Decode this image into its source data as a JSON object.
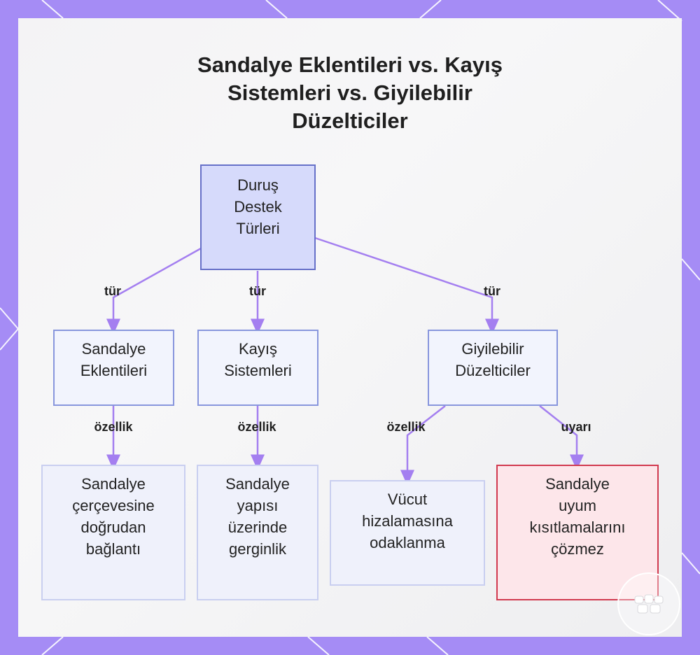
{
  "title_lines": [
    "Sandalye Eklentileri vs. Kayış",
    "Sistemleri vs. Giyilebilir",
    "Düzelticiler"
  ],
  "nodes": {
    "root": [
      "Duruş",
      "Destek",
      "Türleri"
    ],
    "chair_attachments": [
      "Sandalye",
      "Eklentileri"
    ],
    "strap_systems": [
      "Kayış",
      "Sistemleri"
    ],
    "wearable_correctors": [
      "Giyilebilir",
      "Düzelticiler"
    ],
    "chair_frame_connection": [
      "Sandalye",
      "çerçevesine",
      "doğrudan",
      "bağlantı"
    ],
    "chair_structure_tension": [
      "Sandalye",
      "yapısı",
      "üzerinde",
      "gerginlik"
    ],
    "body_alignment_focus": [
      "Vücut",
      "hizalamasına",
      "odaklanma"
    ],
    "chair_fit_warning": [
      "Sandalye",
      "uyum",
      "kısıtlamalarını",
      "çözmez"
    ]
  },
  "edge_labels": {
    "root_to_chair": "tür",
    "root_to_strap": "tür",
    "root_to_wearable": "tür",
    "chair_feature": "özellik",
    "strap_feature": "özellik",
    "wearable_feature": "özellik",
    "wearable_warning": "uyarı"
  },
  "colors": {
    "background": "#a58cf5",
    "edge": "#a47ff0",
    "root_fill": "#d6dafb",
    "root_border": "#6670c8",
    "warning_border": "#d13a4f",
    "warning_fill": "#fde6ea"
  },
  "icons": [
    "logo-icon"
  ]
}
